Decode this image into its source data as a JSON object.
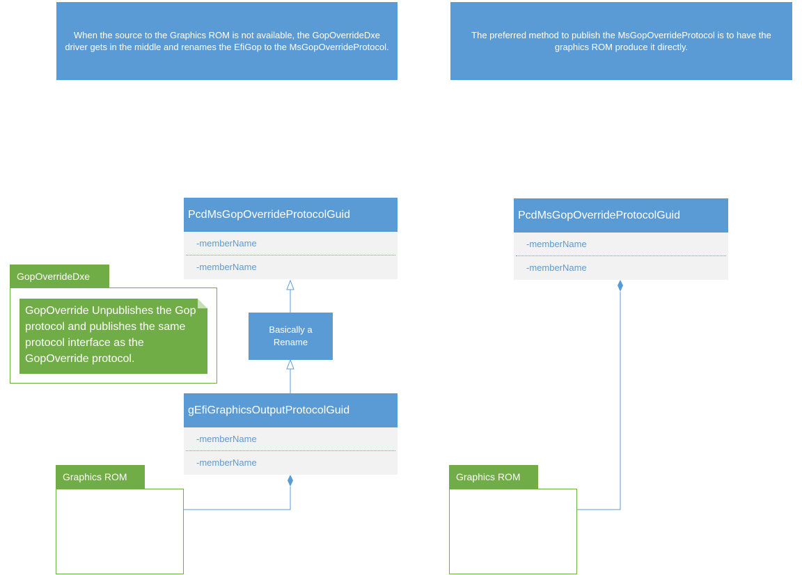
{
  "notes": {
    "left": "When the source to the Graphics ROM is not available, the GopOverrideDxe driver gets in the middle and renames the EfiGop to the MsGopOverrideProtocol.",
    "right": "The preferred method to publish the MsGopOverrideProtocol is to have the graphics ROM produce it directly."
  },
  "left_diagram": {
    "top_class": {
      "name": "PcdMsGopOverrideProtocolGuid",
      "members": [
        "-memberName",
        "-memberName"
      ]
    },
    "rename_box": "Basically a Rename",
    "bottom_class": {
      "name": "gEfiGraphicsOutputProtocolGuid",
      "members": [
        "-memberName",
        "-memberName"
      ]
    },
    "package_dxe": {
      "title": "GopOverrideDxe",
      "note": "GopOverride Unpublishes the Gop protocol and publishes the same protocol interface as the GopOverride protocol."
    },
    "package_rom": {
      "title": "Graphics ROM"
    }
  },
  "right_diagram": {
    "class": {
      "name": "PcdMsGopOverrideProtocolGuid",
      "members": [
        "-memberName",
        "-memberName"
      ]
    },
    "package_rom": {
      "title": "Graphics ROM"
    }
  },
  "colors": {
    "blue": "#5b9bd5",
    "green": "#70ad47",
    "member_bg": "#f2f2f2"
  }
}
